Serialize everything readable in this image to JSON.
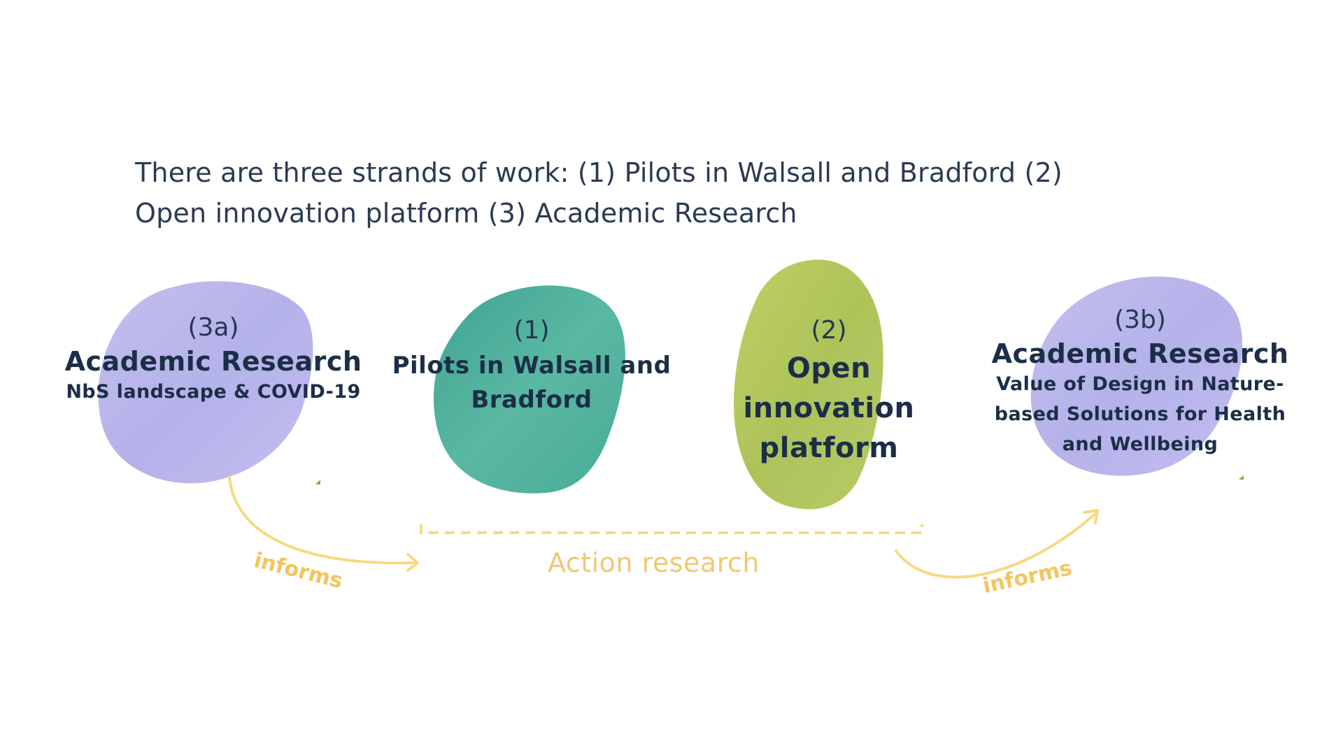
{
  "intro": {
    "line1": "There are three strands of work: (1) Pilots in Walsall and Bradford (2)",
    "line2": "Open innovation platform (3) Academic Research"
  },
  "strands": {
    "academic_a": {
      "number": "(3a)",
      "title": "Academic Research",
      "subtitle": "NbS landscape & COVID-19",
      "color": "#b8b5ea"
    },
    "pilots": {
      "number": "(1)",
      "title_line1": "Pilots in Walsall and",
      "title_line2": "Bradford",
      "color": "#4fb29c"
    },
    "platform": {
      "number": "(2)",
      "title_line1": "Open innovation",
      "title_line2": "platform",
      "color": "#b5c95c"
    },
    "academic_b": {
      "number": "(3b)",
      "title": "Academic Research",
      "subtitle_line1": "Value of Design in Nature-",
      "subtitle_line2": "based Solutions for Health",
      "subtitle_line3": "and Wellbeing",
      "color": "#bcb7ec"
    }
  },
  "connectors": {
    "informs_left": "informs",
    "informs_right": "informs",
    "action_research": "Action research",
    "accent_color": "#f5d472"
  }
}
